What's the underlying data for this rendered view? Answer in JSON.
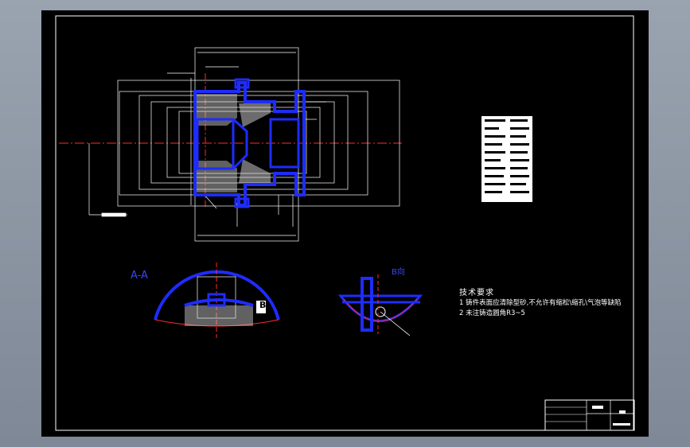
{
  "drawing": {
    "section_label": "A-A",
    "detail_label": "B向",
    "section_tag": "B",
    "tech_title": "技术要求",
    "tech_notes": [
      "1 铸件表面应清除型砂,不允许有缩松\\缩孔\\气泡等缺陷",
      "2 未注铸造圆角R3~5"
    ]
  },
  "colors": {
    "background": "#000000",
    "part_outline": "#1e2cff",
    "lines": "#ffffff",
    "centerline": "#ff2a2a",
    "chrome": "#8e98a6"
  }
}
